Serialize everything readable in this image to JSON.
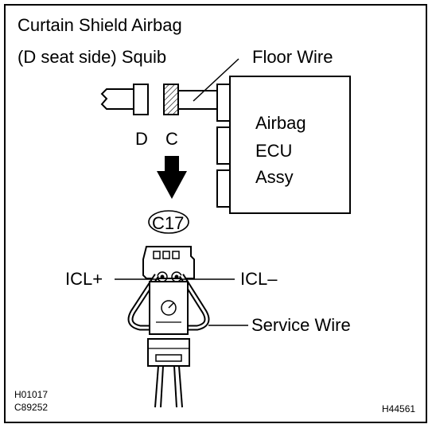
{
  "title_line1": "Curtain Shield Airbag",
  "title_line2": "(D seat side) Squib",
  "floor_wire": "Floor Wire",
  "connector_d": "D",
  "connector_c": "C",
  "ecu_line1": "Airbag",
  "ecu_line2": "ECU",
  "ecu_line3": "Assy",
  "connector_code": "C17",
  "icl_plus": "ICL+",
  "icl_minus": "ICL–",
  "service_wire": "Service Wire",
  "code_left_1": "H01017",
  "code_left_2": "C89252",
  "code_right": "H44561"
}
